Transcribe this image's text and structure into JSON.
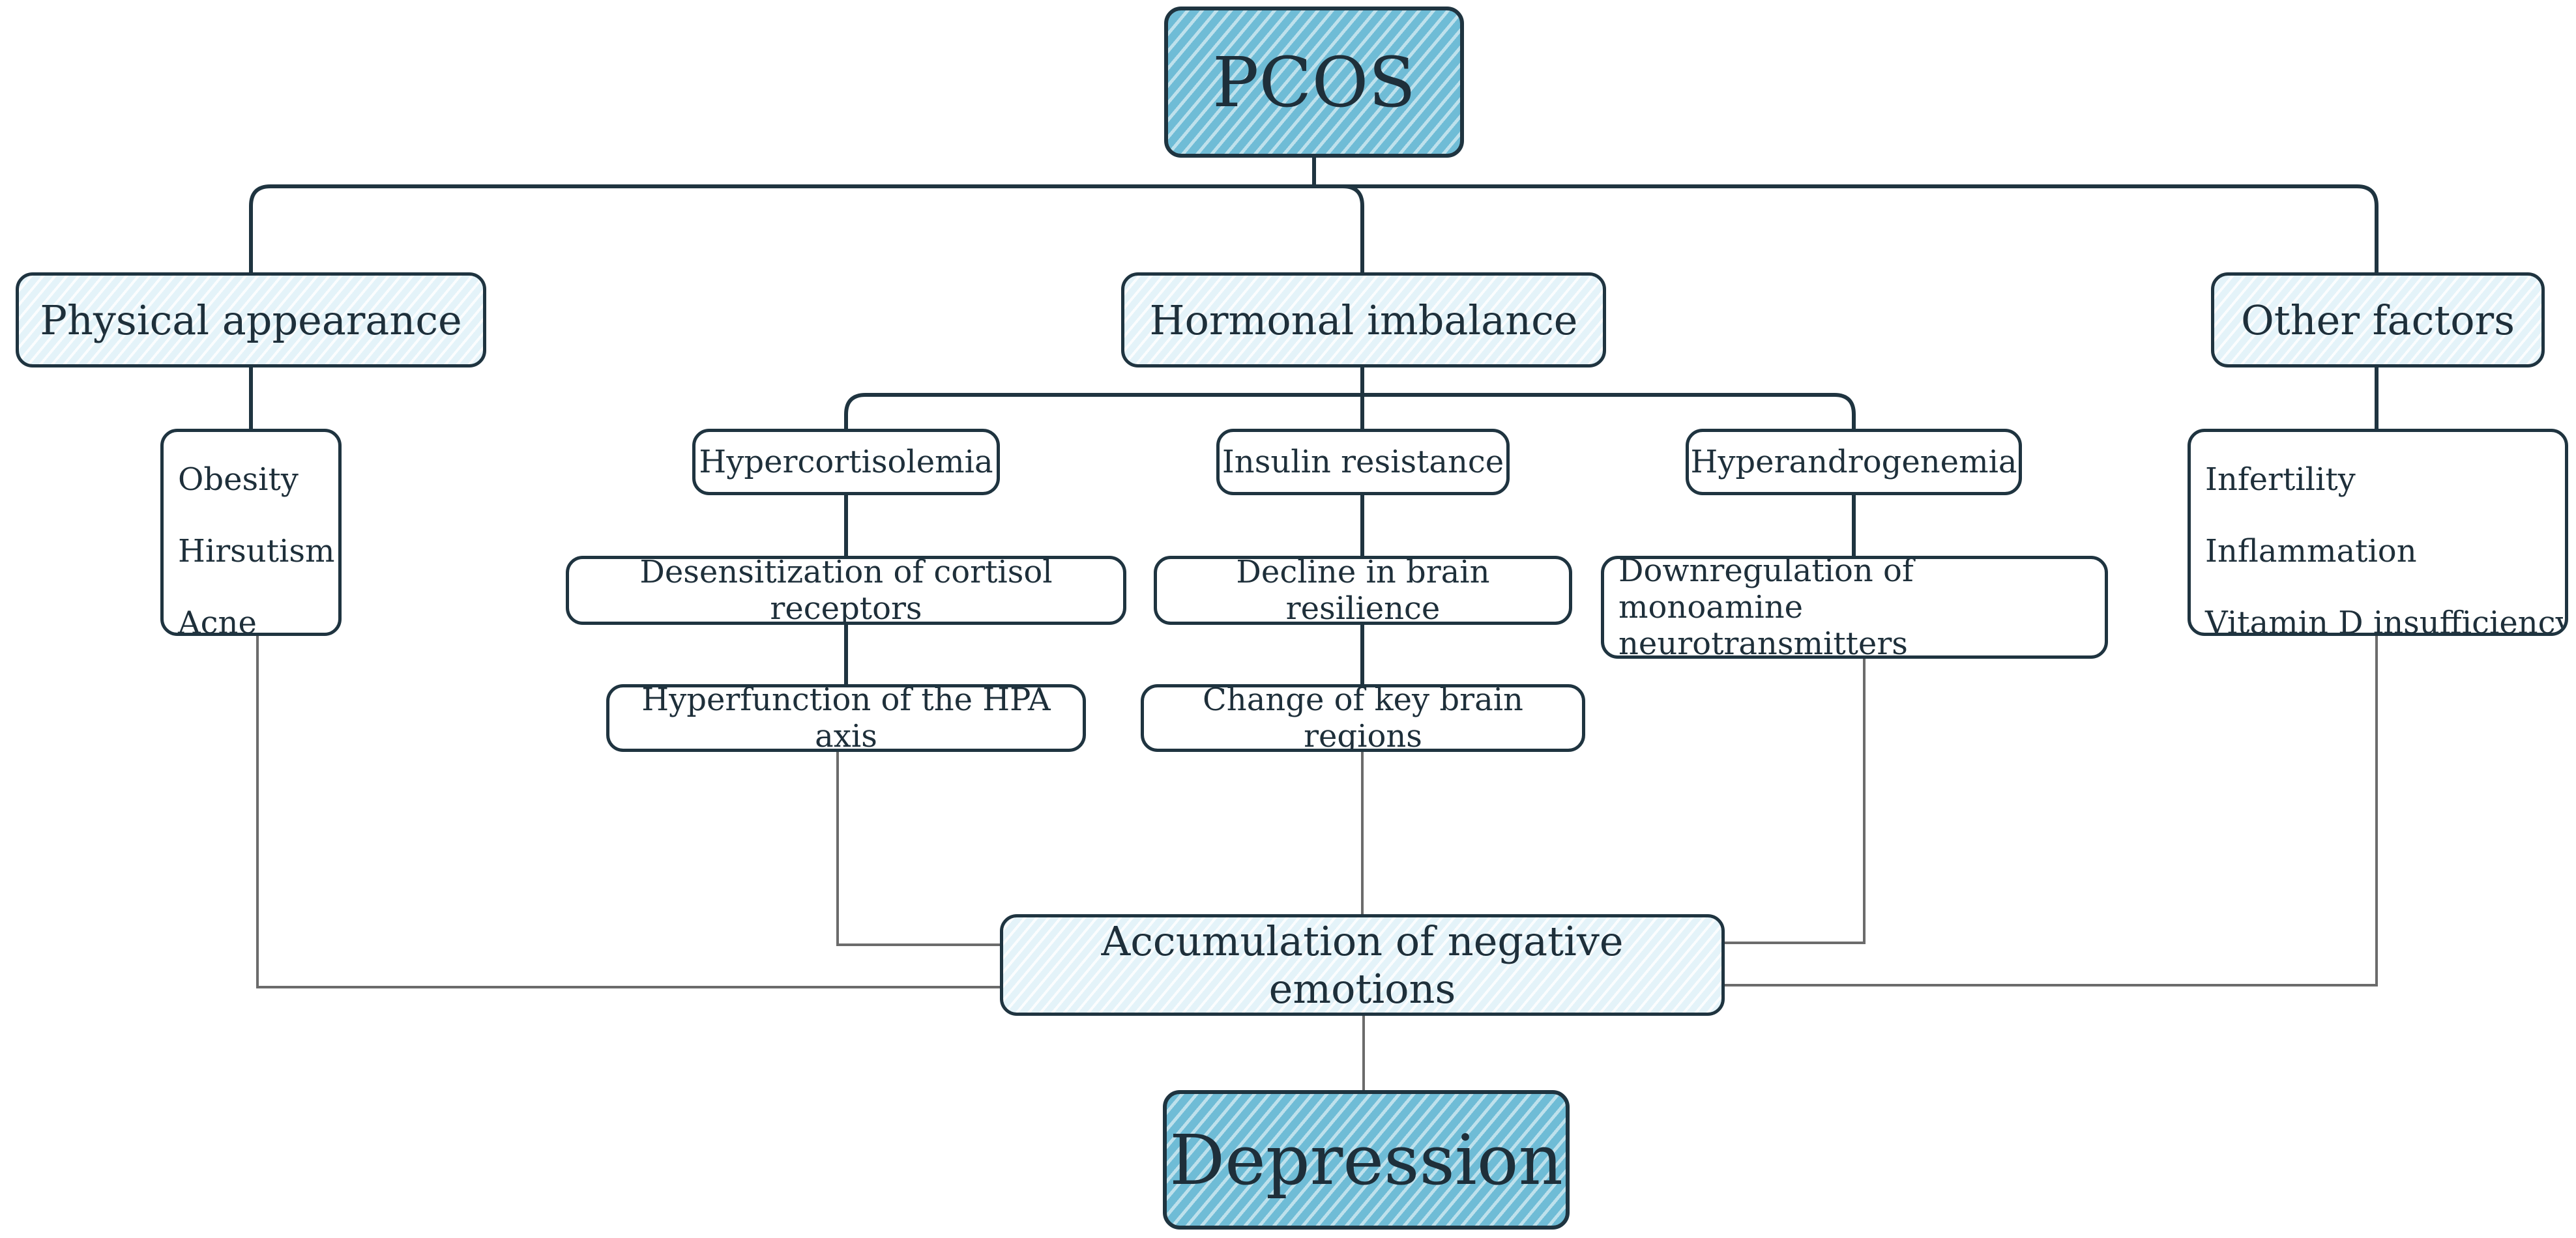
{
  "diagram": {
    "root": "PCOS",
    "outcome": "Depression",
    "hub": "Accumulation of negative emotions",
    "categories": {
      "physical": {
        "label": "Physical appearance",
        "items": [
          "Obesity",
          "Hirsutism",
          "Acne"
        ]
      },
      "hormonal": {
        "label": "Hormonal imbalance",
        "branches": [
          {
            "label": "Hypercortisolemia",
            "steps": [
              "Desensitization of cortisol receptors",
              "Hyperfunction of the HPA axis"
            ]
          },
          {
            "label": "Insulin resistance",
            "steps": [
              "Decline in brain resilience",
              "Change of key brain regions"
            ]
          },
          {
            "label": "Hyperandrogenemia",
            "steps": [
              "Downregulation of monoamine neurotransmitters"
            ]
          }
        ]
      },
      "other": {
        "label": "Other factors",
        "items": [
          "Infertility",
          "Inflammation",
          "Vitamin D insufficiency"
        ]
      }
    },
    "colors": {
      "stroke": "#1f3440",
      "connector": "#6b6b6b",
      "dark_fill": "#6fbcd6",
      "light_fill": "#e4f3f9"
    }
  }
}
